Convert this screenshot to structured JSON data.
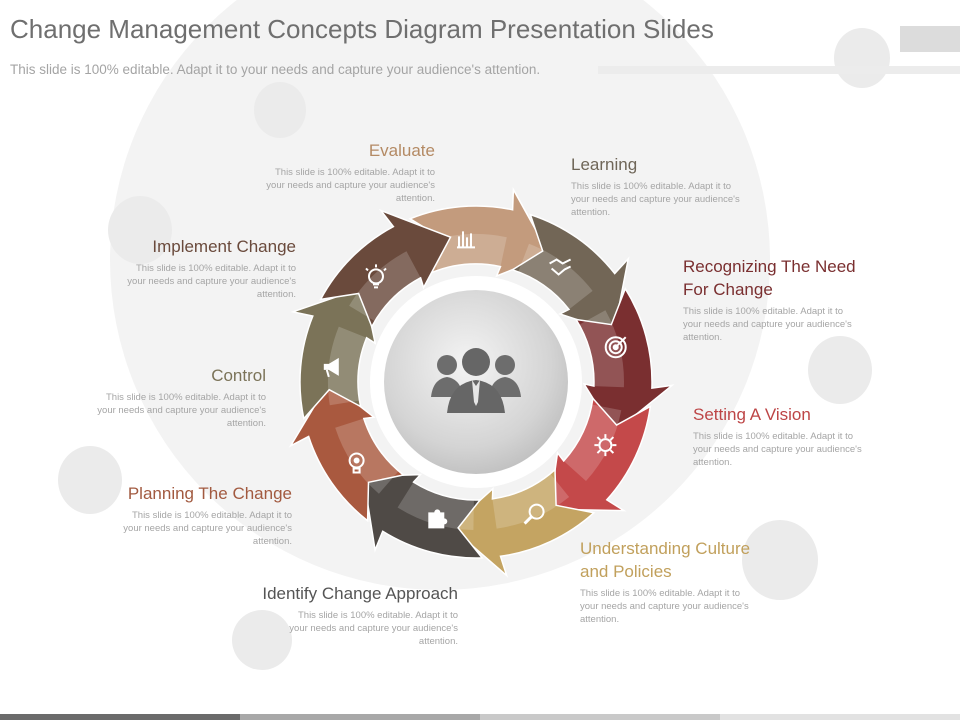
{
  "header": {
    "title": "Change Management Concepts Diagram Presentation Slides",
    "subtitle": "This slide is 100% editable. Adapt it to your needs and capture your audience's attention."
  },
  "diagram": {
    "hub_icon": "people-group-icon",
    "items": [
      {
        "key": "evaluate",
        "title": "Evaluate",
        "body": "This slide is 100% editable. Adapt it to your needs and capture your audience's attention.",
        "color": "#c39b7d",
        "icon": "bar-chart-icon"
      },
      {
        "key": "learning",
        "title": "Learning",
        "body": "This slide is 100% editable. Adapt it to your needs and capture your audience's attention.",
        "color": "#726656",
        "icon": "handshake-icon"
      },
      {
        "key": "recognizing",
        "title": "Recognizing The Need For Change",
        "body": "This slide is 100% editable. Adapt it to your needs and capture your audience's attention.",
        "color": "#7a2f30",
        "icon": "target-icon"
      },
      {
        "key": "vision",
        "title": "Setting A Vision",
        "body": "This slide is 100% editable. Adapt it to your needs and capture your audience's attention.",
        "color": "#c4494a",
        "icon": "gear-icon"
      },
      {
        "key": "culture",
        "title": "Understanding Culture and Policies",
        "body": "This slide is 100% editable. Adapt it to your needs and capture your audience's attention.",
        "color": "#c4a462",
        "icon": "magnifier-icon"
      },
      {
        "key": "approach",
        "title": "Identify Change Approach",
        "body": "This slide is 100% editable. Adapt it to your needs and capture your audience's attention.",
        "color": "#4f4a46",
        "icon": "puzzle-icon"
      },
      {
        "key": "planning",
        "title": "Planning The Change",
        "body": "This slide is 100% editable. Adapt it to your needs and capture your audience's attention.",
        "color": "#a9593f",
        "icon": "bulb-gear-icon"
      },
      {
        "key": "control",
        "title": "Control",
        "body": "This slide is 100% editable. Adapt it to your needs and capture your audience's attention.",
        "color": "#7b7358",
        "icon": "megaphone-icon"
      },
      {
        "key": "implement",
        "title": "Implement Change",
        "body": "This slide is 100% editable. Adapt it to your needs and capture your audience's attention.",
        "color": "#6a4a3c",
        "icon": "lightbulb-icon"
      }
    ]
  },
  "colors": {
    "title": "#6f6f6f",
    "body": "#a5a5a5",
    "bottom_bar": [
      "#6b6b6b",
      "#a8a8a8",
      "#c9c9c9",
      "#e2e2e2"
    ]
  }
}
